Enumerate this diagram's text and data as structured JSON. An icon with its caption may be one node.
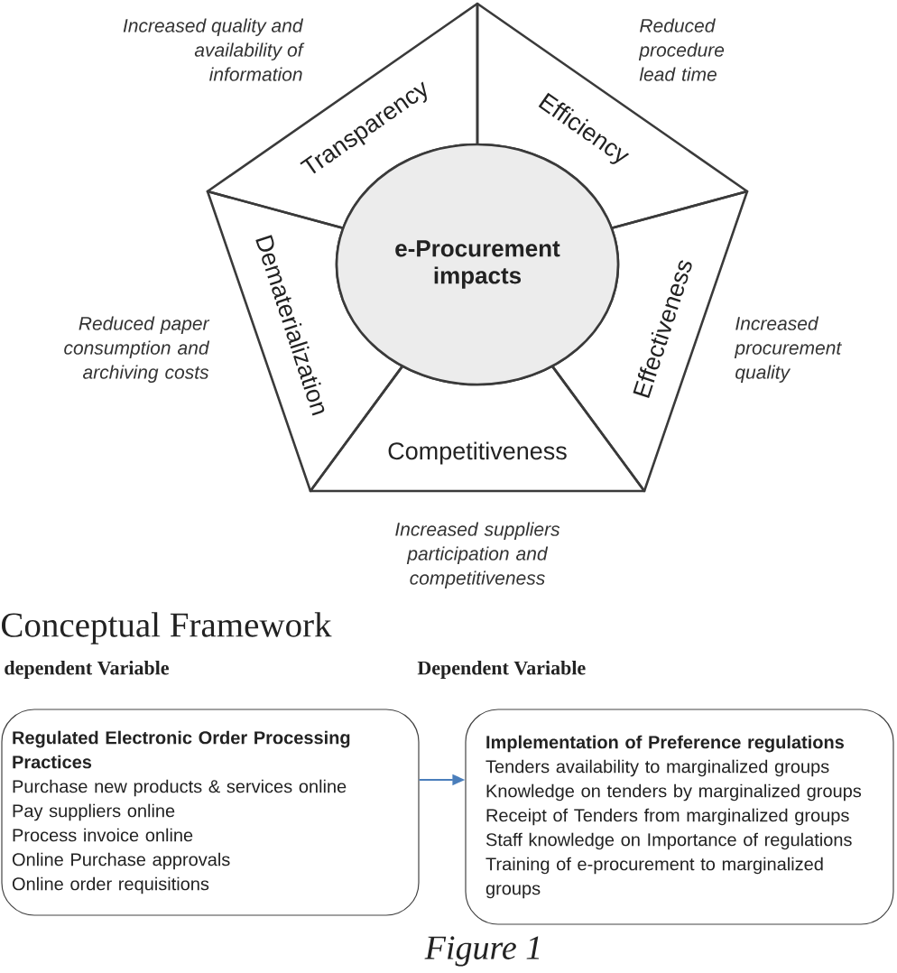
{
  "diagram": {
    "nodes": [
      {
        "text": [
          "e-Procurement impacts"
        ]
      },
      {
        "text": [
          "Transparency"
        ],
        "beside": [
          "Increased quality and availability of information"
        ]
      },
      {
        "text": [
          "Efficiency"
        ],
        "beside": [
          "Reduced procedure lead time"
        ]
      },
      {
        "text": [
          "Effectiveness"
        ],
        "beside": [
          "Increased procurement quality"
        ]
      },
      {
        "text": [
          "Competitiveness"
        ],
        "beside": [
          "Increased suppliers participation and competitiveness"
        ]
      },
      {
        "text": [
          "Dematerialization"
        ],
        "beside": [
          "Reduced paper consumption and archiving costs"
        ]
      },
      {
        "text": [
          "Regulated Electronic Order Processing Practices",
          "Purchase new products & services online",
          "Pay suppliers online",
          "Process invoice online",
          "Online Purchase approvals",
          "Online order requisitions"
        ]
      },
      {
        "text": [
          "Implementation of Preference regulations",
          "Tenders availability to marginalized groups",
          "Knowledge on tenders by marginalized groups",
          "Receipt of Tenders from marginalized groups",
          "Staff knowledge on Importance of regulations",
          "Training of e-procurement to marginalized groups"
        ]
      }
    ],
    "edges": [
      {
        "from": 6,
        "to": 7,
        "arrow": "to",
        "color": "#4a7ebb"
      }
    ],
    "labels": [
      "Conceptual Framework",
      "dependent Variable",
      "Dependent Variable"
    ],
    "caption": "Figure 1"
  }
}
